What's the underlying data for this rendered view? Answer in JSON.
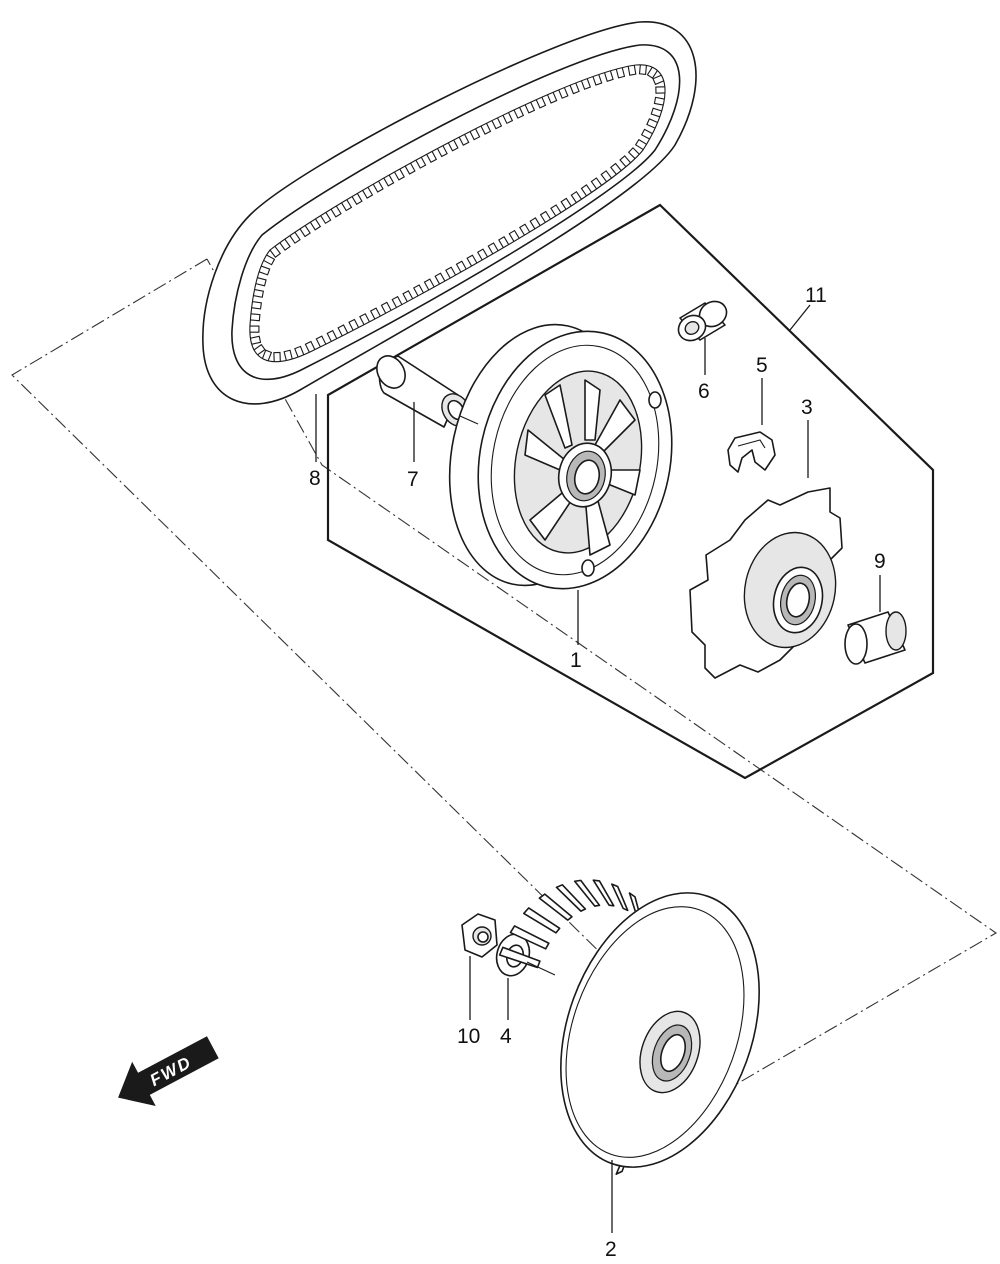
{
  "callouts": {
    "c1": "1",
    "c2": "2",
    "c3": "3",
    "c4": "4",
    "c5": "5",
    "c6": "6",
    "c7": "7",
    "c8": "8",
    "c9": "9",
    "c10": "10",
    "c11": "11"
  },
  "direction_label": "FWD",
  "colors": {
    "line": "#1a1a1a",
    "background": "#ffffff"
  }
}
